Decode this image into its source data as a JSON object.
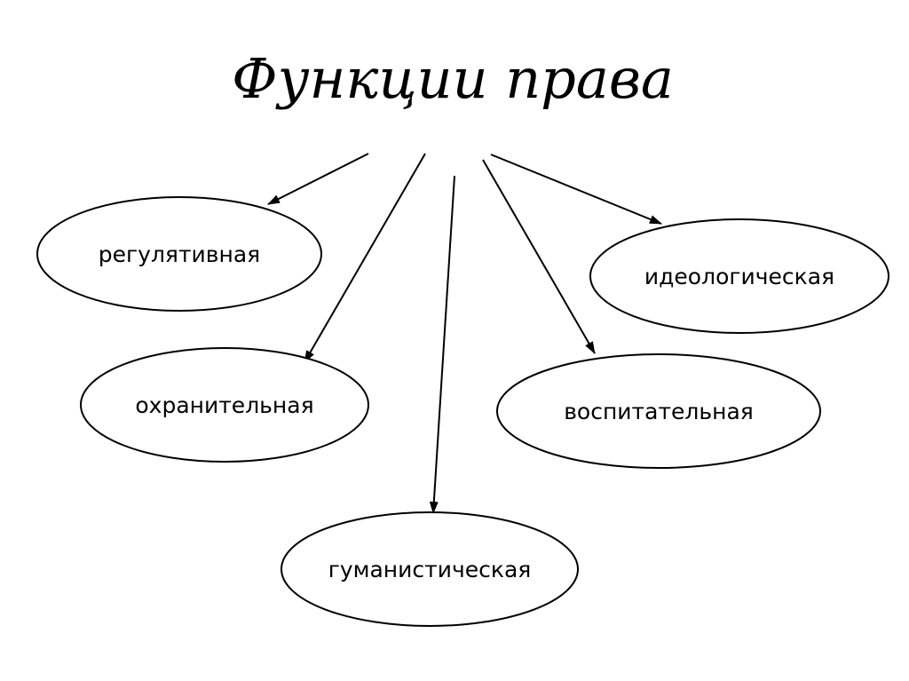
{
  "title": "Функции права",
  "nodes": [
    {
      "id": "regulatory",
      "label": "регулятивная"
    },
    {
      "id": "protective",
      "label": "охранительная"
    },
    {
      "id": "humanistic",
      "label": "гуманистическая"
    },
    {
      "id": "educational",
      "label": "воспитательная"
    },
    {
      "id": "ideological",
      "label": "идеологическая"
    }
  ],
  "edges": [
    {
      "from": "title",
      "to": "regulatory"
    },
    {
      "from": "title",
      "to": "protective"
    },
    {
      "from": "title",
      "to": "humanistic"
    },
    {
      "from": "title",
      "to": "educational"
    },
    {
      "from": "title",
      "to": "ideological"
    }
  ],
  "colors": {
    "line": "#000000",
    "background": "#ffffff"
  }
}
